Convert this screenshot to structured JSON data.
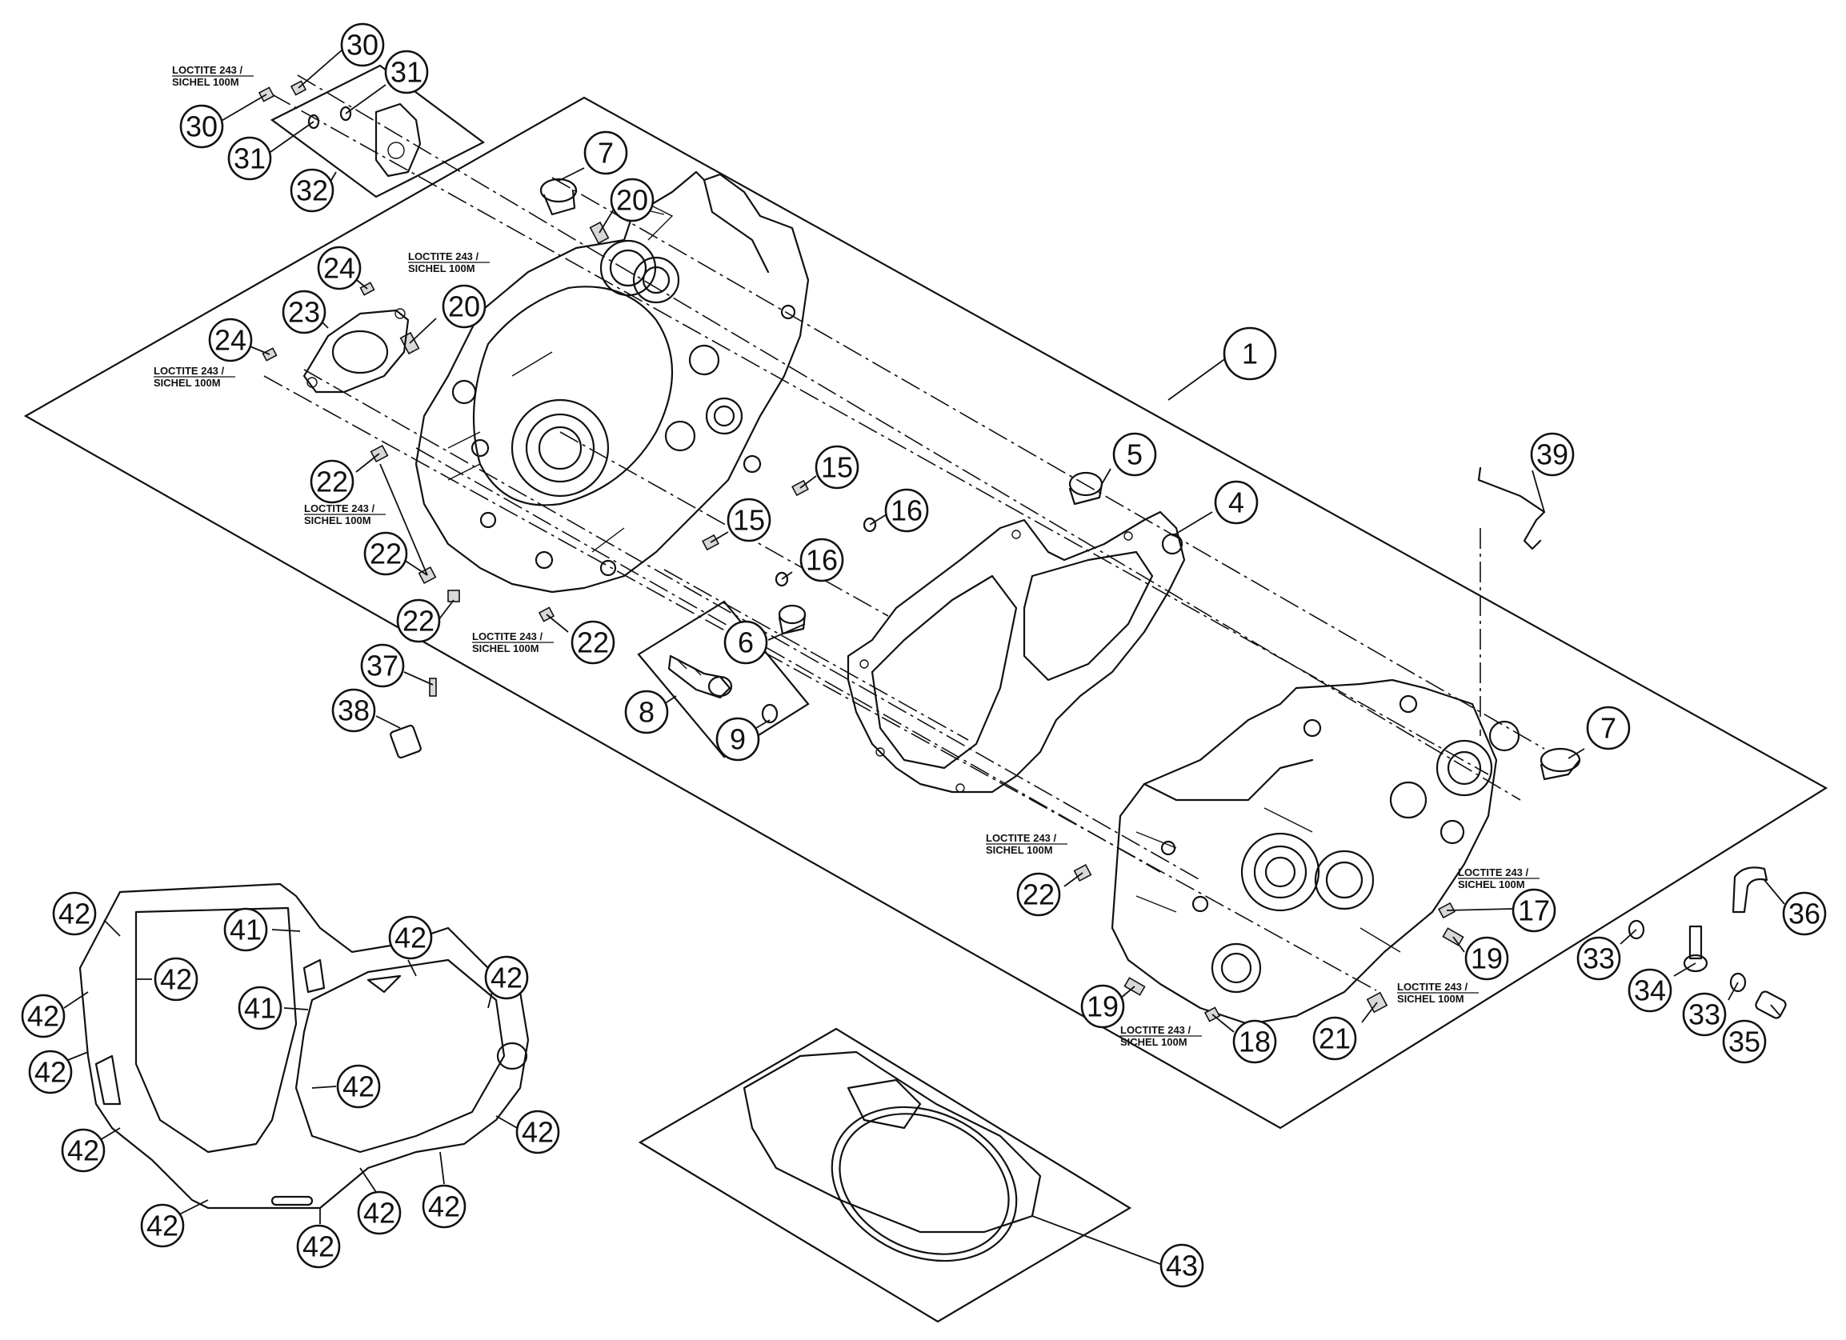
{
  "diagram": {
    "callouts": [
      {
        "id": "30a",
        "label": "30"
      },
      {
        "id": "30b",
        "label": "30"
      },
      {
        "id": "31a",
        "label": "31"
      },
      {
        "id": "31b",
        "label": "31"
      },
      {
        "id": "32",
        "label": "32"
      },
      {
        "id": "7a",
        "label": "7"
      },
      {
        "id": "7b",
        "label": "7"
      },
      {
        "id": "20a",
        "label": "20"
      },
      {
        "id": "20b",
        "label": "20"
      },
      {
        "id": "24a",
        "label": "24"
      },
      {
        "id": "24b",
        "label": "24"
      },
      {
        "id": "23",
        "label": "23"
      },
      {
        "id": "1",
        "label": "1"
      },
      {
        "id": "5",
        "label": "5"
      },
      {
        "id": "4",
        "label": "4"
      },
      {
        "id": "39",
        "label": "39"
      },
      {
        "id": "15a",
        "label": "15"
      },
      {
        "id": "15b",
        "label": "15"
      },
      {
        "id": "16a",
        "label": "16"
      },
      {
        "id": "16b",
        "label": "16"
      },
      {
        "id": "22a",
        "label": "22"
      },
      {
        "id": "22b",
        "label": "22"
      },
      {
        "id": "22c",
        "label": "22"
      },
      {
        "id": "22d",
        "label": "22"
      },
      {
        "id": "22e",
        "label": "22"
      },
      {
        "id": "6",
        "label": "6"
      },
      {
        "id": "8",
        "label": "8"
      },
      {
        "id": "9",
        "label": "9"
      },
      {
        "id": "37",
        "label": "37"
      },
      {
        "id": "38",
        "label": "38"
      },
      {
        "id": "17",
        "label": "17"
      },
      {
        "id": "19a",
        "label": "19"
      },
      {
        "id": "19b",
        "label": "19"
      },
      {
        "id": "18",
        "label": "18"
      },
      {
        "id": "21",
        "label": "21"
      },
      {
        "id": "33a",
        "label": "33"
      },
      {
        "id": "33b",
        "label": "33"
      },
      {
        "id": "34",
        "label": "34"
      },
      {
        "id": "35",
        "label": "35"
      },
      {
        "id": "36",
        "label": "36"
      },
      {
        "id": "41a",
        "label": "41"
      },
      {
        "id": "41b",
        "label": "41"
      },
      {
        "id": "42a",
        "label": "42"
      },
      {
        "id": "42b",
        "label": "42"
      },
      {
        "id": "42c",
        "label": "42"
      },
      {
        "id": "42d",
        "label": "42"
      },
      {
        "id": "42e",
        "label": "42"
      },
      {
        "id": "42f",
        "label": "42"
      },
      {
        "id": "42g",
        "label": "42"
      },
      {
        "id": "42h",
        "label": "42"
      },
      {
        "id": "42i",
        "label": "42"
      },
      {
        "id": "42j",
        "label": "42"
      },
      {
        "id": "42k",
        "label": "42"
      },
      {
        "id": "42l",
        "label": "42"
      },
      {
        "id": "42m",
        "label": "42"
      },
      {
        "id": "42n",
        "label": "42"
      },
      {
        "id": "43",
        "label": "43"
      }
    ],
    "notes": [
      {
        "id": "n1",
        "line1": "LOCTITE 243 /",
        "line2": "SICHEL 100M"
      },
      {
        "id": "n2",
        "line1": "LOCTITE 243 /",
        "line2": "SICHEL 100M"
      },
      {
        "id": "n3",
        "line1": "LOCTITE 243 /",
        "line2": "SICHEL 100M"
      },
      {
        "id": "n4",
        "line1": "LOCTITE 243 /",
        "line2": "SICHEL 100M"
      },
      {
        "id": "n5",
        "line1": "LOCTITE 243 /",
        "line2": "SICHEL 100M"
      },
      {
        "id": "n6",
        "line1": "LOCTITE 243 /",
        "line2": "SICHEL 100M"
      },
      {
        "id": "n7",
        "line1": "LOCTITE 243 /",
        "line2": "SICHEL 100M"
      },
      {
        "id": "n8",
        "line1": "LOCTITE 243 /",
        "line2": "SICHEL 100M"
      },
      {
        "id": "n9",
        "line1": "LOCTITE 243 /",
        "line2": "SICHEL 100M"
      }
    ]
  }
}
